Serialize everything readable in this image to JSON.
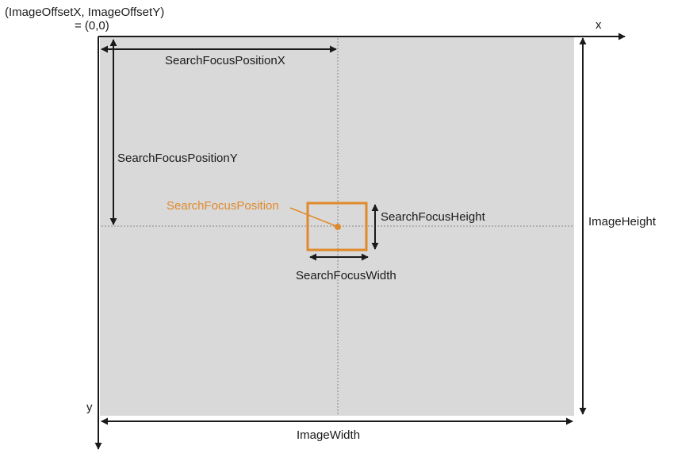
{
  "labels": {
    "origin_line1": "(ImageOffsetX, ImageOffsetY)",
    "origin_line2": "= (0,0)",
    "x_axis": "x",
    "y_axis": "y",
    "search_focus_position_x": "SearchFocusPositionX",
    "search_focus_position_y": "SearchFocusPositionY",
    "search_focus_position": "SearchFocusPosition",
    "search_focus_height": "SearchFocusHeight",
    "search_focus_width": "SearchFocusWidth",
    "image_height": "ImageHeight",
    "image_width": "ImageWidth"
  },
  "colors": {
    "image_fill": "#d9d9d9",
    "accent": "#e08a2b",
    "line": "#1a1a1a",
    "crosshair": "#888888"
  }
}
